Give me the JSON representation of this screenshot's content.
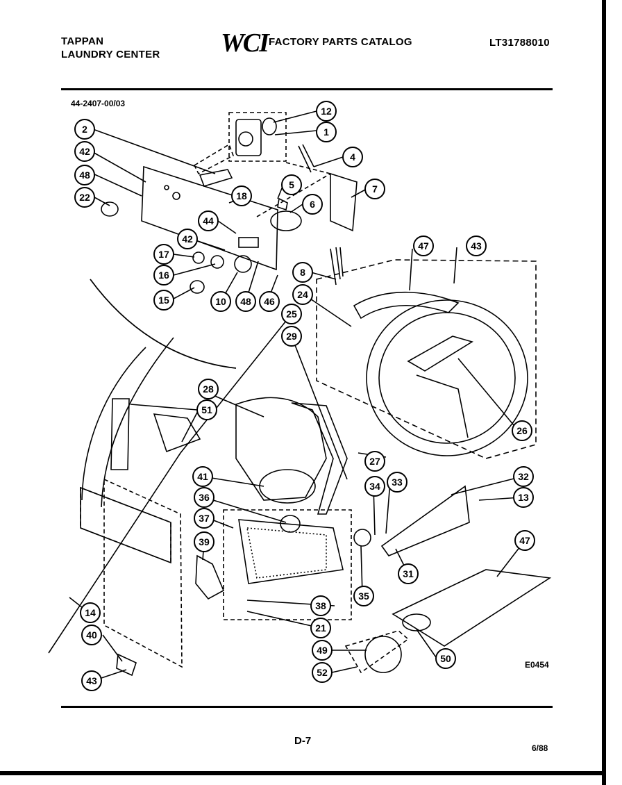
{
  "header": {
    "brand_line1": "TAPPAN",
    "brand_line2": "LAUNDRY CENTER",
    "logo_text": "WCI",
    "catalog_title": "FACTORY PARTS CATALOG",
    "model_number": "LT31788010",
    "diagram_number": "44-2407-00/03"
  },
  "footer": {
    "page_label": "D-7",
    "date": "6/88",
    "drawing_code": "E0454"
  },
  "callouts": [
    {
      "id": "c1",
      "label": "1"
    },
    {
      "id": "c2",
      "label": "2"
    },
    {
      "id": "c4",
      "label": "4"
    },
    {
      "id": "c5",
      "label": "5"
    },
    {
      "id": "c6",
      "label": "6"
    },
    {
      "id": "c7",
      "label": "7"
    },
    {
      "id": "c8",
      "label": "8"
    },
    {
      "id": "c10",
      "label": "10"
    },
    {
      "id": "c12",
      "label": "12"
    },
    {
      "id": "c13",
      "label": "13"
    },
    {
      "id": "c14",
      "label": "14"
    },
    {
      "id": "c15",
      "label": "15"
    },
    {
      "id": "c16",
      "label": "16"
    },
    {
      "id": "c17",
      "label": "17"
    },
    {
      "id": "c18",
      "label": "18"
    },
    {
      "id": "c21",
      "label": "21"
    },
    {
      "id": "c22",
      "label": "22"
    },
    {
      "id": "c24",
      "label": "24"
    },
    {
      "id": "c25",
      "label": "25"
    },
    {
      "id": "c26",
      "label": "26"
    },
    {
      "id": "c27",
      "label": "27"
    },
    {
      "id": "c28",
      "label": "28"
    },
    {
      "id": "c29",
      "label": "29"
    },
    {
      "id": "c31",
      "label": "31"
    },
    {
      "id": "c32",
      "label": "32"
    },
    {
      "id": "c33",
      "label": "33"
    },
    {
      "id": "c34",
      "label": "34"
    },
    {
      "id": "c35",
      "label": "35"
    },
    {
      "id": "c36",
      "label": "36"
    },
    {
      "id": "c37",
      "label": "37"
    },
    {
      "id": "c38",
      "label": "38"
    },
    {
      "id": "c39",
      "label": "39"
    },
    {
      "id": "c40",
      "label": "40"
    },
    {
      "id": "c41",
      "label": "41"
    },
    {
      "id": "c42a",
      "label": "42"
    },
    {
      "id": "c42b",
      "label": "42"
    },
    {
      "id": "c43a",
      "label": "43"
    },
    {
      "id": "c43b",
      "label": "43"
    },
    {
      "id": "c44",
      "label": "44"
    },
    {
      "id": "c46",
      "label": "46"
    },
    {
      "id": "c47a",
      "label": "47"
    },
    {
      "id": "c47b",
      "label": "47"
    },
    {
      "id": "c48a",
      "label": "48"
    },
    {
      "id": "c48b",
      "label": "48"
    },
    {
      "id": "c49",
      "label": "49"
    },
    {
      "id": "c50",
      "label": "50"
    },
    {
      "id": "c51",
      "label": "51"
    },
    {
      "id": "c52",
      "label": "52"
    }
  ]
}
